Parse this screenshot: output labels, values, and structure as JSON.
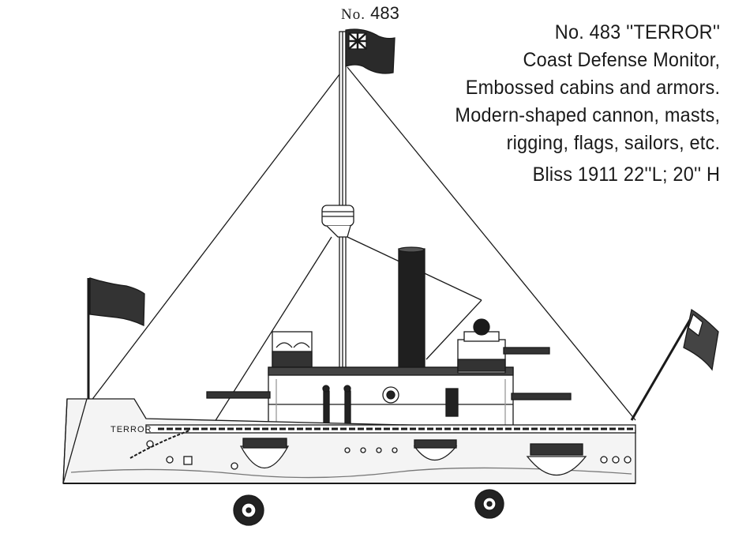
{
  "catalog_number": {
    "prefix": "No.",
    "number": "483"
  },
  "description": {
    "lines": [
      "No. 483 ''TERROR''",
      "Coast Defense Monitor,",
      "Embossed cabins and armors.",
      "Modern-shaped cannon, masts,",
      "rigging, flags, sailors, etc.",
      "Bliss 1911  22''L; 20'' H"
    ]
  },
  "hull_name": "TERROR",
  "colors": {
    "ink": "#1a1a1a",
    "paper": "#ffffff"
  }
}
